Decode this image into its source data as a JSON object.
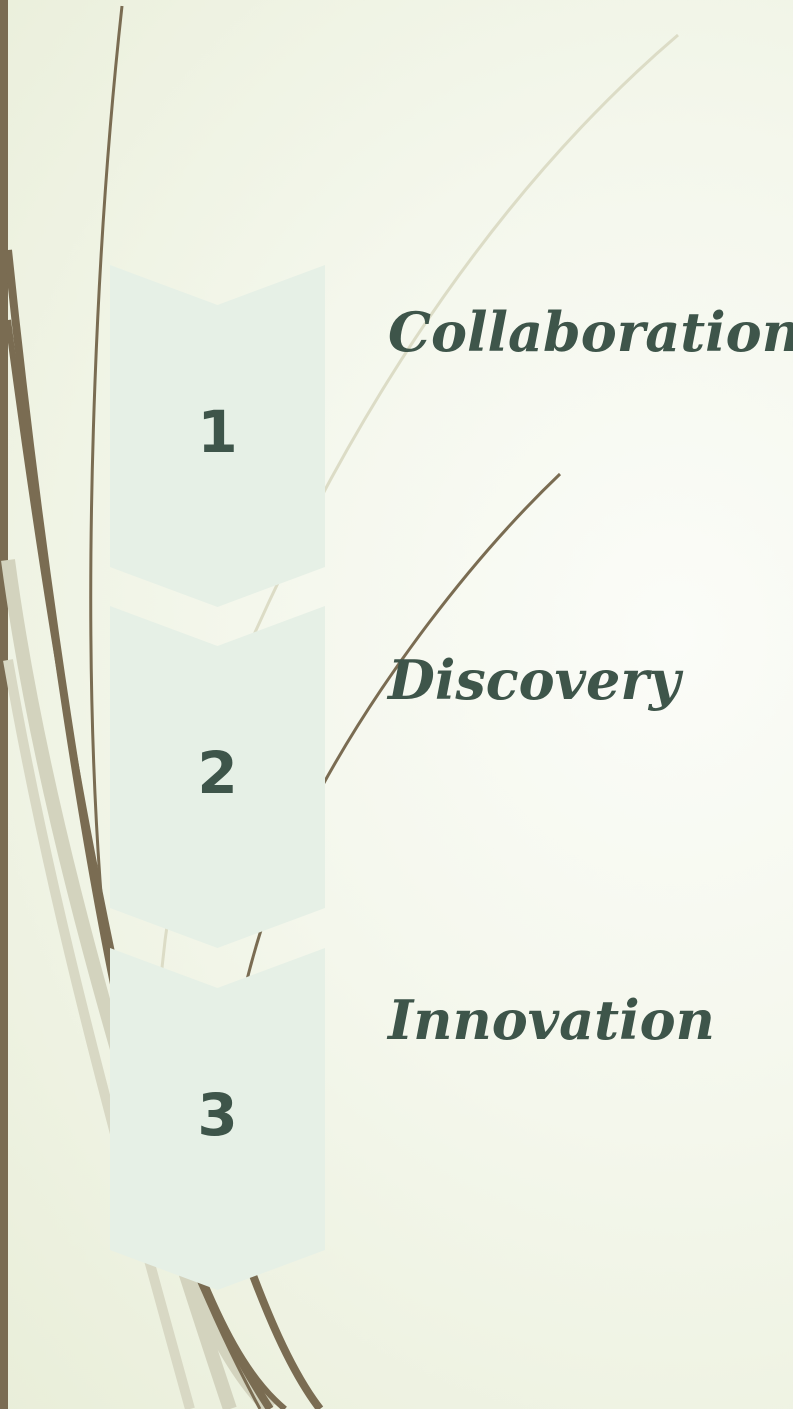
{
  "steps": [
    {
      "number": "1",
      "label": "Collaboration"
    },
    {
      "number": "2",
      "label": "Discovery"
    },
    {
      "number": "3",
      "label": "Innovation"
    }
  ],
  "colors": {
    "accent_dark": "#3e554a",
    "chevron_fill": "#e6f0e6",
    "stroke_brown": "#7a6c52",
    "stroke_pale": "#d3d3be"
  }
}
